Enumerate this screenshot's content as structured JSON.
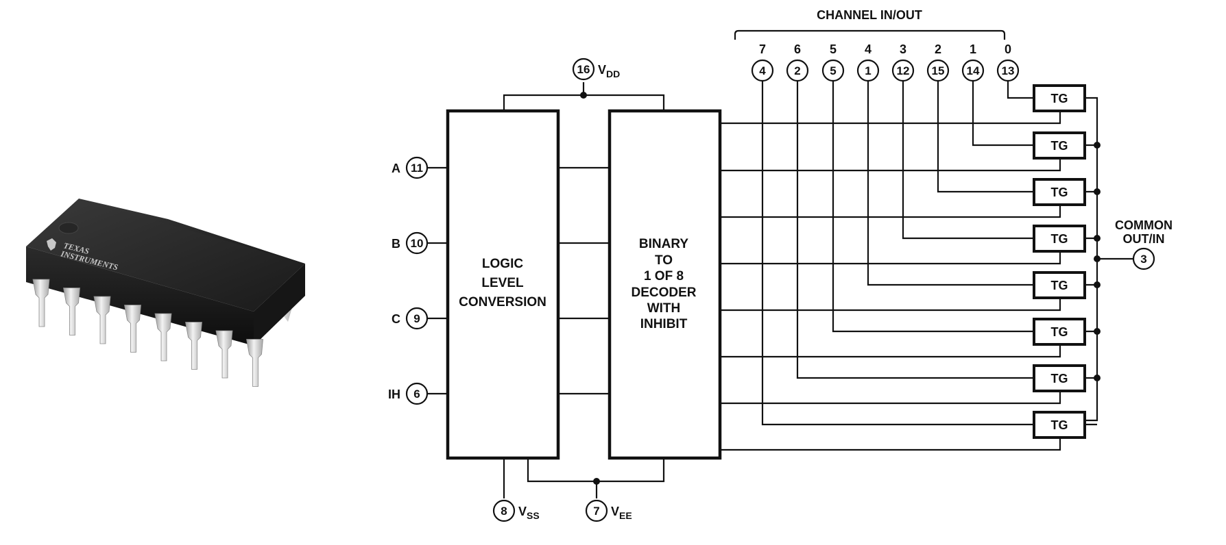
{
  "header": {
    "channel_label": "CHANNEL IN/OUT"
  },
  "ic_package": {
    "logo_line1": "TEXAS",
    "logo_line2": "INSTRUMENTS"
  },
  "blocks": {
    "logic": [
      "LOGIC",
      "LEVEL",
      "CONVERSION"
    ],
    "decoder": [
      "BINARY",
      "TO",
      "1 OF 8",
      "DECODER",
      "WITH",
      "INHIBIT"
    ]
  },
  "inputs": [
    {
      "name": "A",
      "pin": "11"
    },
    {
      "name": "B",
      "pin": "10"
    },
    {
      "name": "C",
      "pin": "9"
    },
    {
      "name": "IH",
      "pin": "6"
    }
  ],
  "power": {
    "vdd": {
      "pin": "16",
      "label": "V",
      "sub": "DD"
    },
    "vss": {
      "pin": "8",
      "label": "V",
      "sub": "SS"
    },
    "vee": {
      "pin": "7",
      "label": "V",
      "sub": "EE"
    }
  },
  "channels": [
    {
      "channel": "7",
      "pin": "4"
    },
    {
      "channel": "6",
      "pin": "2"
    },
    {
      "channel": "5",
      "pin": "5"
    },
    {
      "channel": "4",
      "pin": "1"
    },
    {
      "channel": "3",
      "pin": "12"
    },
    {
      "channel": "2",
      "pin": "15"
    },
    {
      "channel": "1",
      "pin": "14"
    },
    {
      "channel": "0",
      "pin": "13"
    }
  ],
  "gate_label": "TG",
  "common": {
    "line1": "COMMON",
    "line2": "OUT/IN",
    "pin": "3"
  }
}
